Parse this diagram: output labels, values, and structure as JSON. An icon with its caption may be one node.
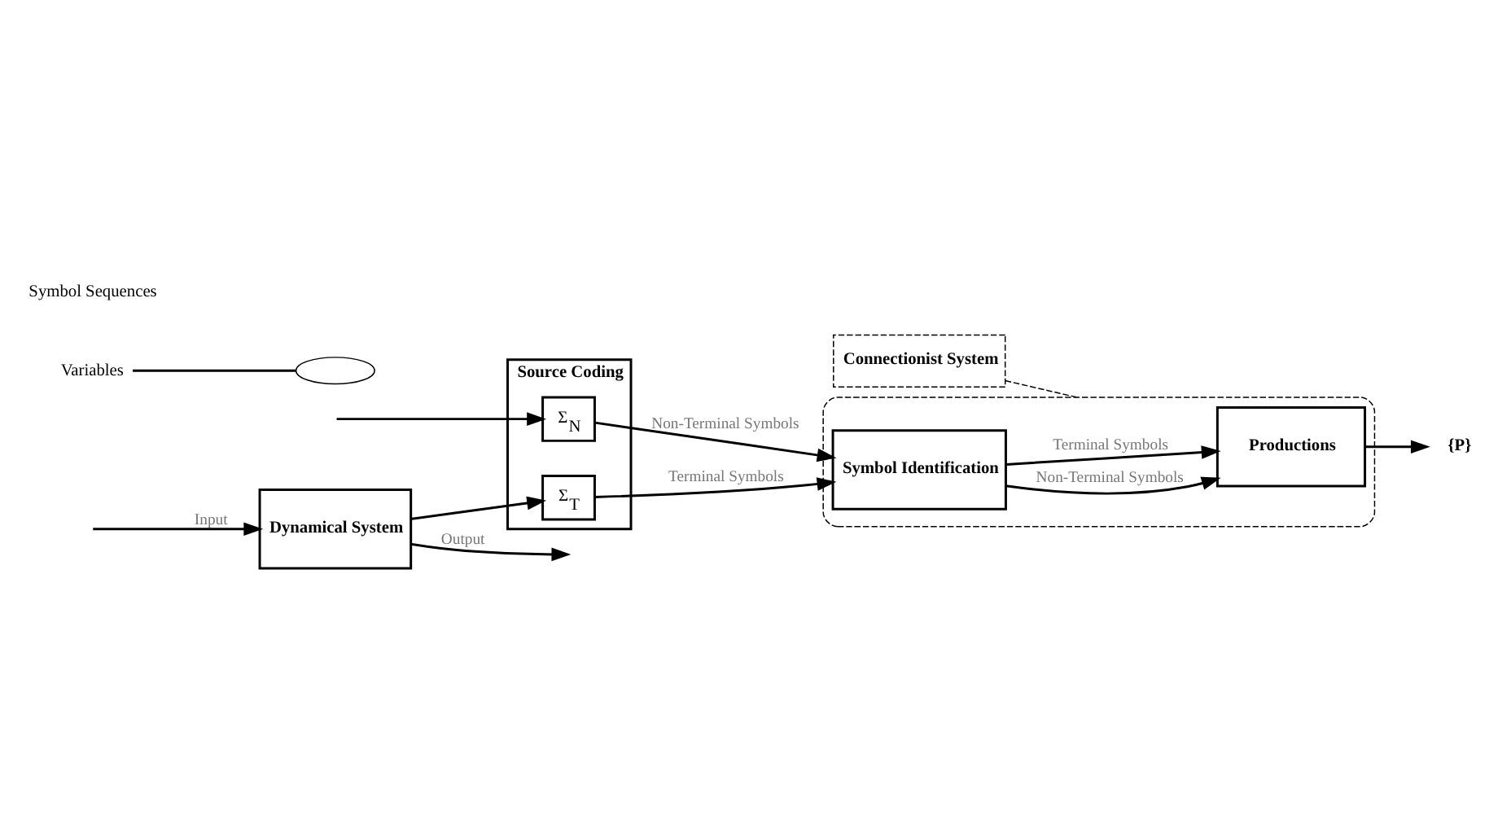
{
  "diagram": {
    "nodes": [
      {
        "text": [
          "Dynamical System"
        ]
      },
      {
        "text": [
          "Source Coding"
        ]
      },
      {
        "text": [
          "Σ$_{T}$"
        ],
        "in": 1
      },
      {
        "text": [
          "Σ$_{N}$"
        ],
        "in": 1
      },
      {
        "text": [],
        "shape": "ellipse"
      },
      {
        "text": [
          "Productions"
        ],
        "in": 4
      },
      {
        "text": [
          "Symbol Identification"
        ],
        "in": 4
      },
      {
        "text": [
          "Connectionist System"
        ]
      },
      {
        "text": [
          "{P}"
        ]
      },
      {
        "text": [
          "Variables"
        ]
      },
      {
        "text": [],
        "shape": "ellipse"
      }
    ],
    "edges": [
      {
        "from": null,
        "to": 0,
        "arrow": "to",
        "label": "Input"
      },
      {
        "from": 0,
        "to": null,
        "arrow": "to",
        "label": "Output"
      },
      {
        "from": null,
        "to": 3,
        "arrow": "to"
      },
      {
        "from": 0,
        "to": 2,
        "arrow": "to"
      },
      {
        "from": 2,
        "to": 6,
        "arrow": "to",
        "label": "Terminal Symbols"
      },
      {
        "from": 3,
        "to": 6,
        "arrow": "to",
        "label": "Non-Terminal Symbols"
      },
      {
        "from": 6,
        "to": 5,
        "arrow": "to",
        "label": "Terminal Symbols"
      },
      {
        "from": 6,
        "to": 5,
        "arrow": "to",
        "label": "Non-Terminal Symbols"
      },
      {
        "from": 5,
        "to": 8,
        "arrow": "to"
      },
      {
        "from": 9,
        "to": 10,
        "arrow": "none"
      },
      {
        "from": 7,
        "to": 4,
        "arrow": "none",
        "style": "dashed"
      }
    ],
    "labels": [
      "Symbol Sequences"
    ]
  }
}
